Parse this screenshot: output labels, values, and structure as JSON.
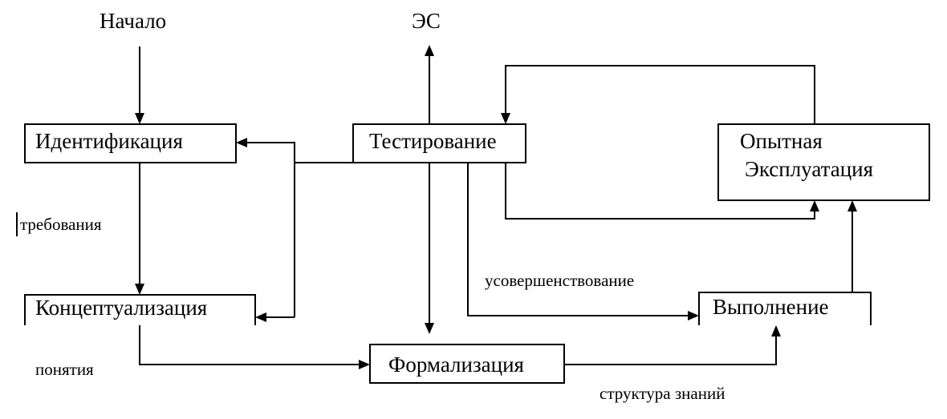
{
  "labels": {
    "start": "Начало",
    "es": "ЭС",
    "requirements": "требования",
    "concepts": "понятия",
    "improvement": "усовершенствование",
    "knowledge_structure": "структура знаний"
  },
  "boxes": {
    "identification": "Идентификация",
    "conceptualization": "Концептуализация",
    "formalization": "Формализация",
    "testing": "Тестирование",
    "execution": "Выполнение",
    "trial_line1": "Опытная",
    "trial_line2": "Эксплуатация"
  }
}
